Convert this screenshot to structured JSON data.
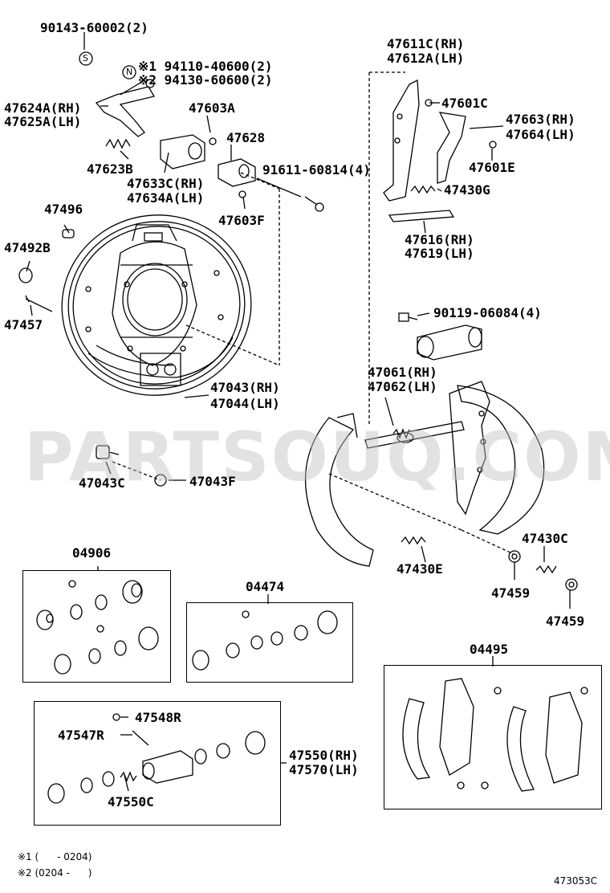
{
  "watermark": "PARTSOUQ.COM",
  "diagram_code": "473053C",
  "labels": {
    "p90143": "90143-60002(2)",
    "p94110": "※1 94110-40600(2)",
    "p94130": "※2 94130-60600(2)",
    "p47624a": "47624A(RH)",
    "p47625a": "47625A(LH)",
    "p47603a": "47603A",
    "p47628": "47628",
    "p47623b": "47623B",
    "p47633c": "47633C(RH)",
    "p47634a": "47634A(LH)",
    "p91611": "91611-60814(4)",
    "p47603f": "47603F",
    "p47496": "47496",
    "p47492b": "47492B",
    "p47457": "47457",
    "p47043": "47043(RH)",
    "p47044": "47044(LH)",
    "p47043c": "47043C",
    "p47043f": "47043F",
    "p47611c": "47611C(RH)",
    "p47612a": "47612A(LH)",
    "p47601c": "47601C",
    "p47663": "47663(RH)",
    "p47664": "47664(LH)",
    "p47601e": "47601E",
    "p47430g": "47430G",
    "p47616": "47616(RH)",
    "p47619": "47619(LH)",
    "p90119": "90119-06084(4)",
    "p47061": "47061(RH)",
    "p47062": "47062(LH)",
    "p47430c": "47430C",
    "p47430e": "47430E",
    "p47459a": "47459",
    "p47459b": "47459",
    "p04906": "04906",
    "p04474": "04474",
    "p04495": "04495",
    "p47548r": "47548R",
    "p47547r": "47547R",
    "p47550c": "47550C",
    "p47550": "47550(RH)",
    "p47570": "47570(LH)"
  },
  "icons": {
    "s_symbol": "S",
    "n_symbol": "N"
  },
  "footnotes": {
    "note1": "※1 (      - 0204)",
    "note2": "※2 (0204 -      )"
  }
}
